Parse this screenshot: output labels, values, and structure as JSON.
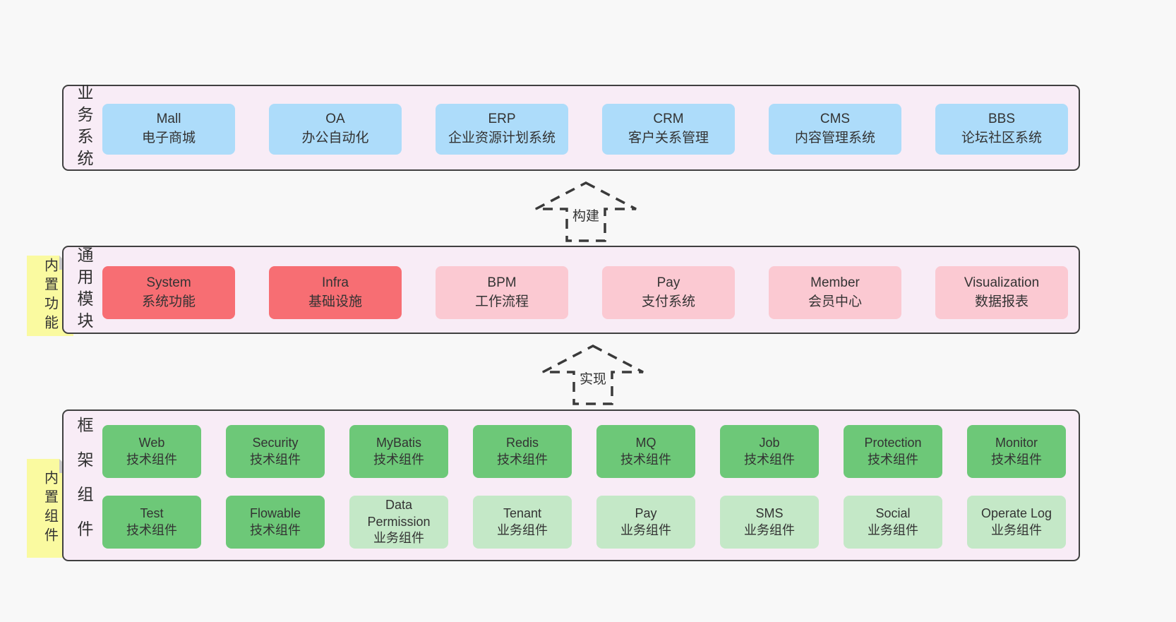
{
  "colors": {
    "page-bg": "#f8f8f8",
    "panel-bg": "#f8ecf6",
    "panel-border": "#404040",
    "blue": "#addcfa",
    "red": "#f76e73",
    "pink": "#fbc9d2",
    "green-dark": "#6dc878",
    "green-light": "#c4e8c7",
    "yellow": "#fafaa0",
    "fold": "#c9c9c9",
    "text": "#333333",
    "arrow": "#3a3a3a"
  },
  "arrows": [
    {
      "label": "构建"
    },
    {
      "label": "实现"
    }
  ],
  "sections": {
    "business": {
      "label": "业务系统",
      "items": [
        {
          "name": "Mall",
          "desc": "电子商城"
        },
        {
          "name": "OA",
          "desc": "办公自动化"
        },
        {
          "name": "ERP",
          "desc": "企业资源计划系统"
        },
        {
          "name": "CRM",
          "desc": "客户关系管理"
        },
        {
          "name": "CMS",
          "desc": "内容管理系统"
        },
        {
          "name": "BBS",
          "desc": "论坛社区系统"
        }
      ]
    },
    "modules": {
      "label": "通用模块",
      "note": "内置功能",
      "items": [
        {
          "name": "System",
          "desc": "系统功能"
        },
        {
          "name": "Infra",
          "desc": "基础设施"
        },
        {
          "name": "BPM",
          "desc": "工作流程"
        },
        {
          "name": "Pay",
          "desc": "支付系统"
        },
        {
          "name": "Member",
          "desc": "会员中心"
        },
        {
          "name": "Visualization",
          "desc": "数据报表"
        }
      ]
    },
    "framework": {
      "label": "框架组件",
      "note": "内置组件",
      "rows": [
        [
          {
            "name": "Web",
            "desc": "技术组件"
          },
          {
            "name": "Security",
            "desc": "技术组件"
          },
          {
            "name": "MyBatis",
            "desc": "技术组件"
          },
          {
            "name": "Redis",
            "desc": "技术组件"
          },
          {
            "name": "MQ",
            "desc": "技术组件"
          },
          {
            "name": "Job",
            "desc": "技术组件"
          },
          {
            "name": "Protection",
            "desc": "技术组件"
          },
          {
            "name": "Monitor",
            "desc": "技术组件"
          }
        ],
        [
          {
            "name": "Test",
            "desc": "技术组件"
          },
          {
            "name": "Flowable",
            "desc": "技术组件"
          },
          {
            "name": "Data Permission",
            "desc": "业务组件"
          },
          {
            "name": "Tenant",
            "desc": "业务组件"
          },
          {
            "name": "Pay",
            "desc": "业务组件"
          },
          {
            "name": "SMS",
            "desc": "业务组件"
          },
          {
            "name": "Social",
            "desc": "业务组件"
          },
          {
            "name": "Operate Log",
            "desc": "业务组件"
          }
        ]
      ]
    }
  }
}
